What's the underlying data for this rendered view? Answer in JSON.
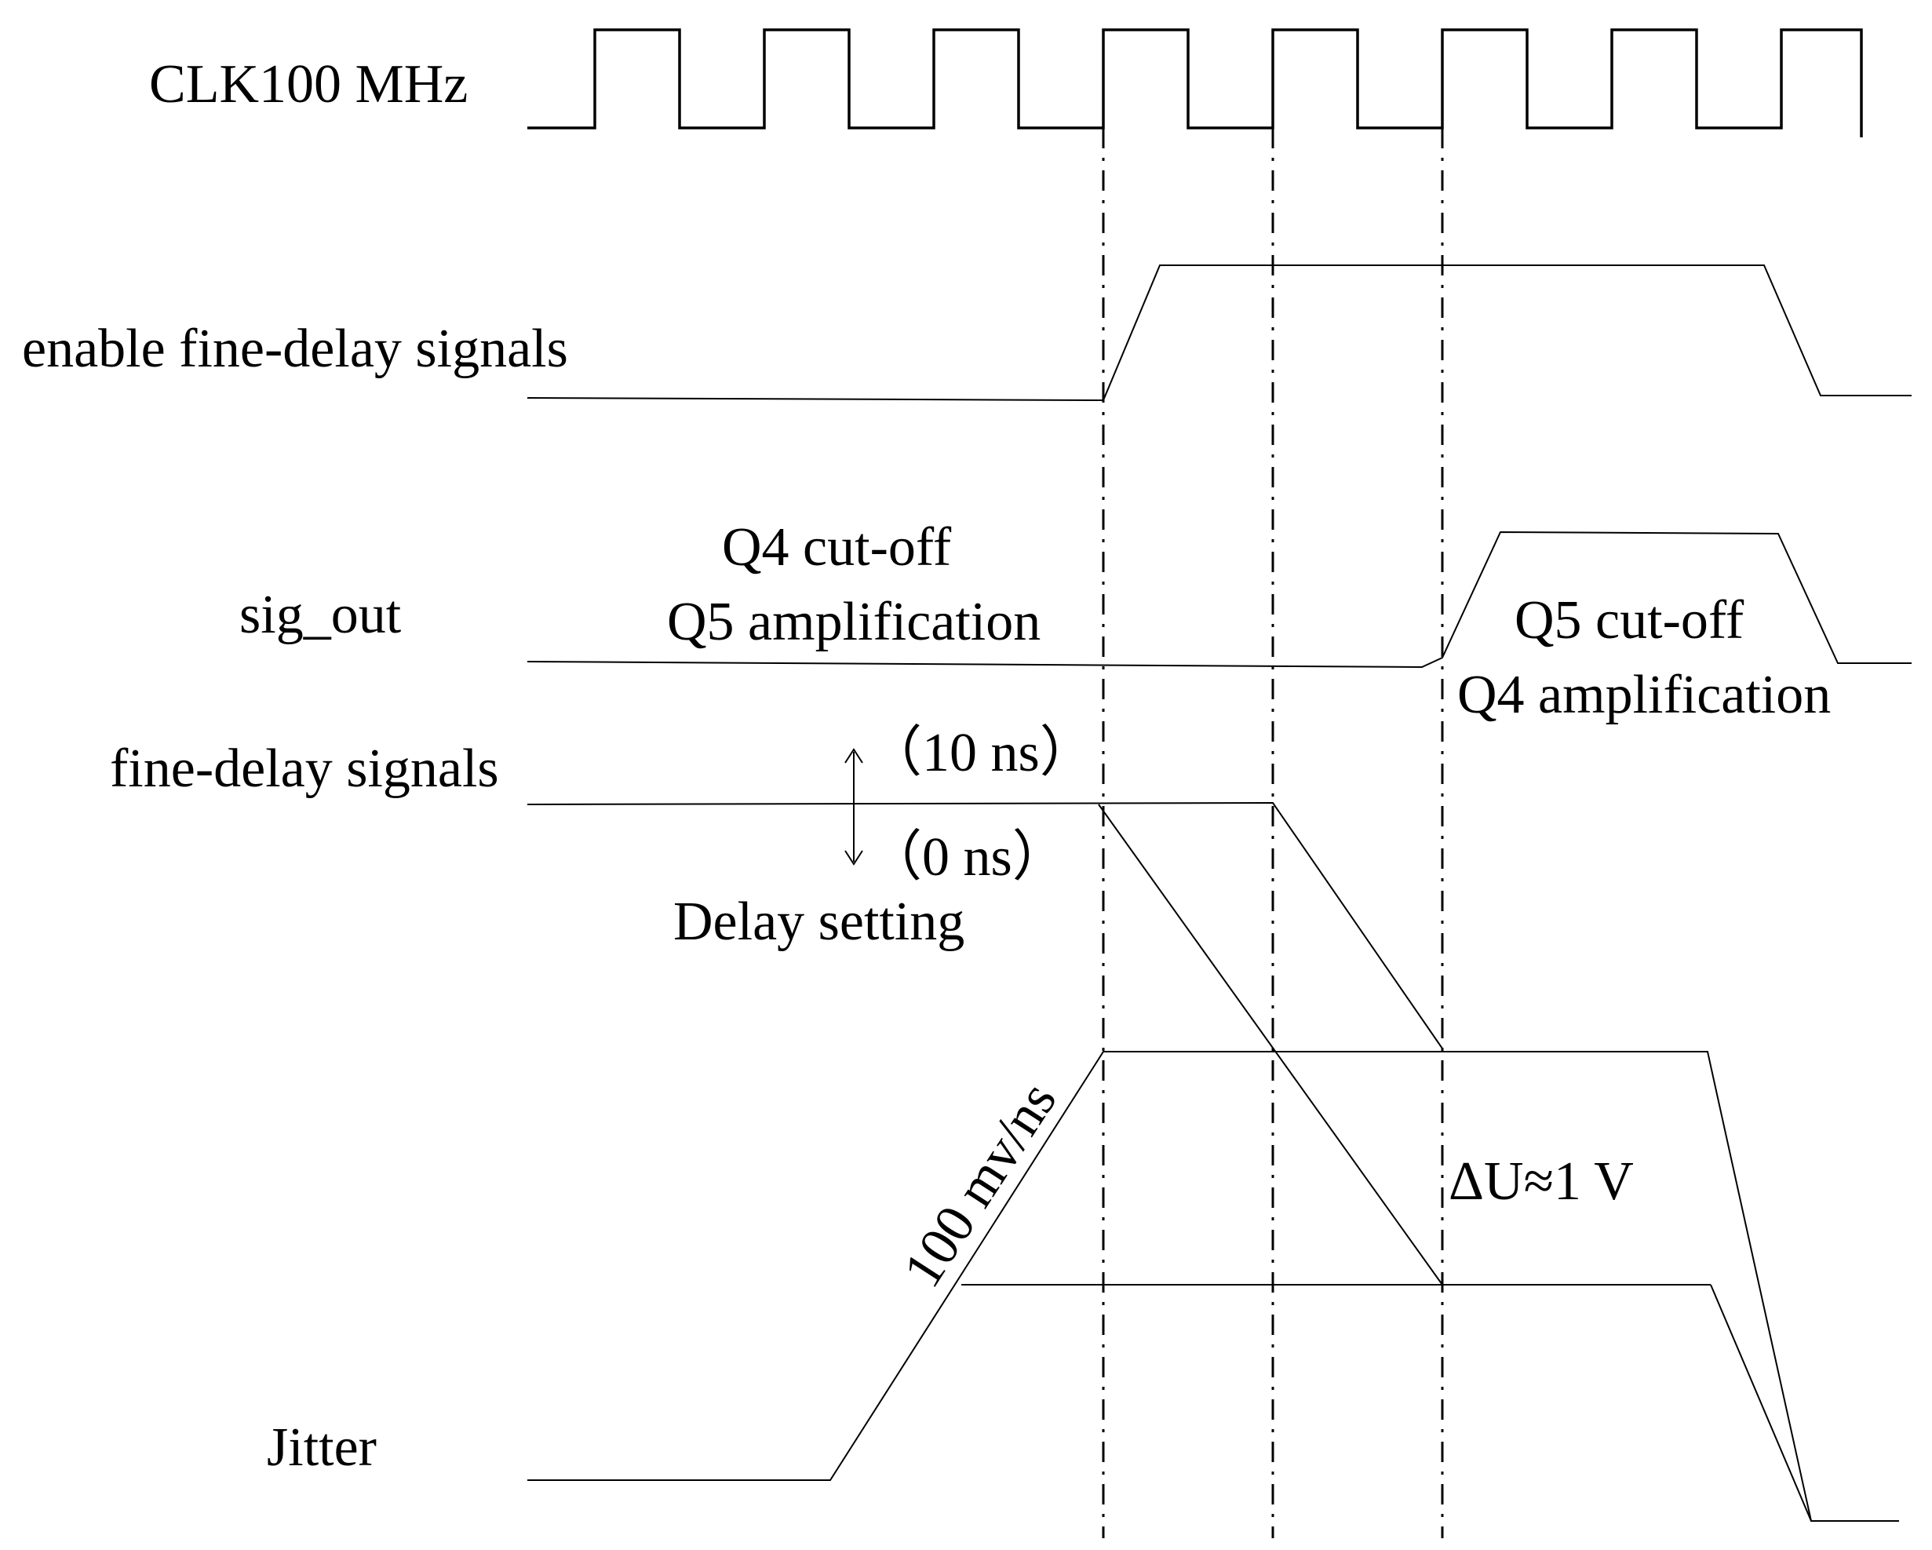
{
  "signals": {
    "clk": "CLK100 MHz",
    "enable": "enable fine-delay signals",
    "sig_out": "sig_out",
    "fine_delay": "fine-delay signals",
    "jitter": "Jitter"
  },
  "annotations": {
    "q4_cutoff": "Q4 cut-off",
    "q5_amplification": "Q5 amplification",
    "q5_cutoff": "Q5 cut-off",
    "q4_amplification": "Q4 amplification",
    "delay_max": "（10 ns）",
    "delay_min": "（0 ns）",
    "delay_setting": "Delay setting",
    "slope": "100 mv/ns",
    "delta_u": "ΔU≈1 V"
  }
}
